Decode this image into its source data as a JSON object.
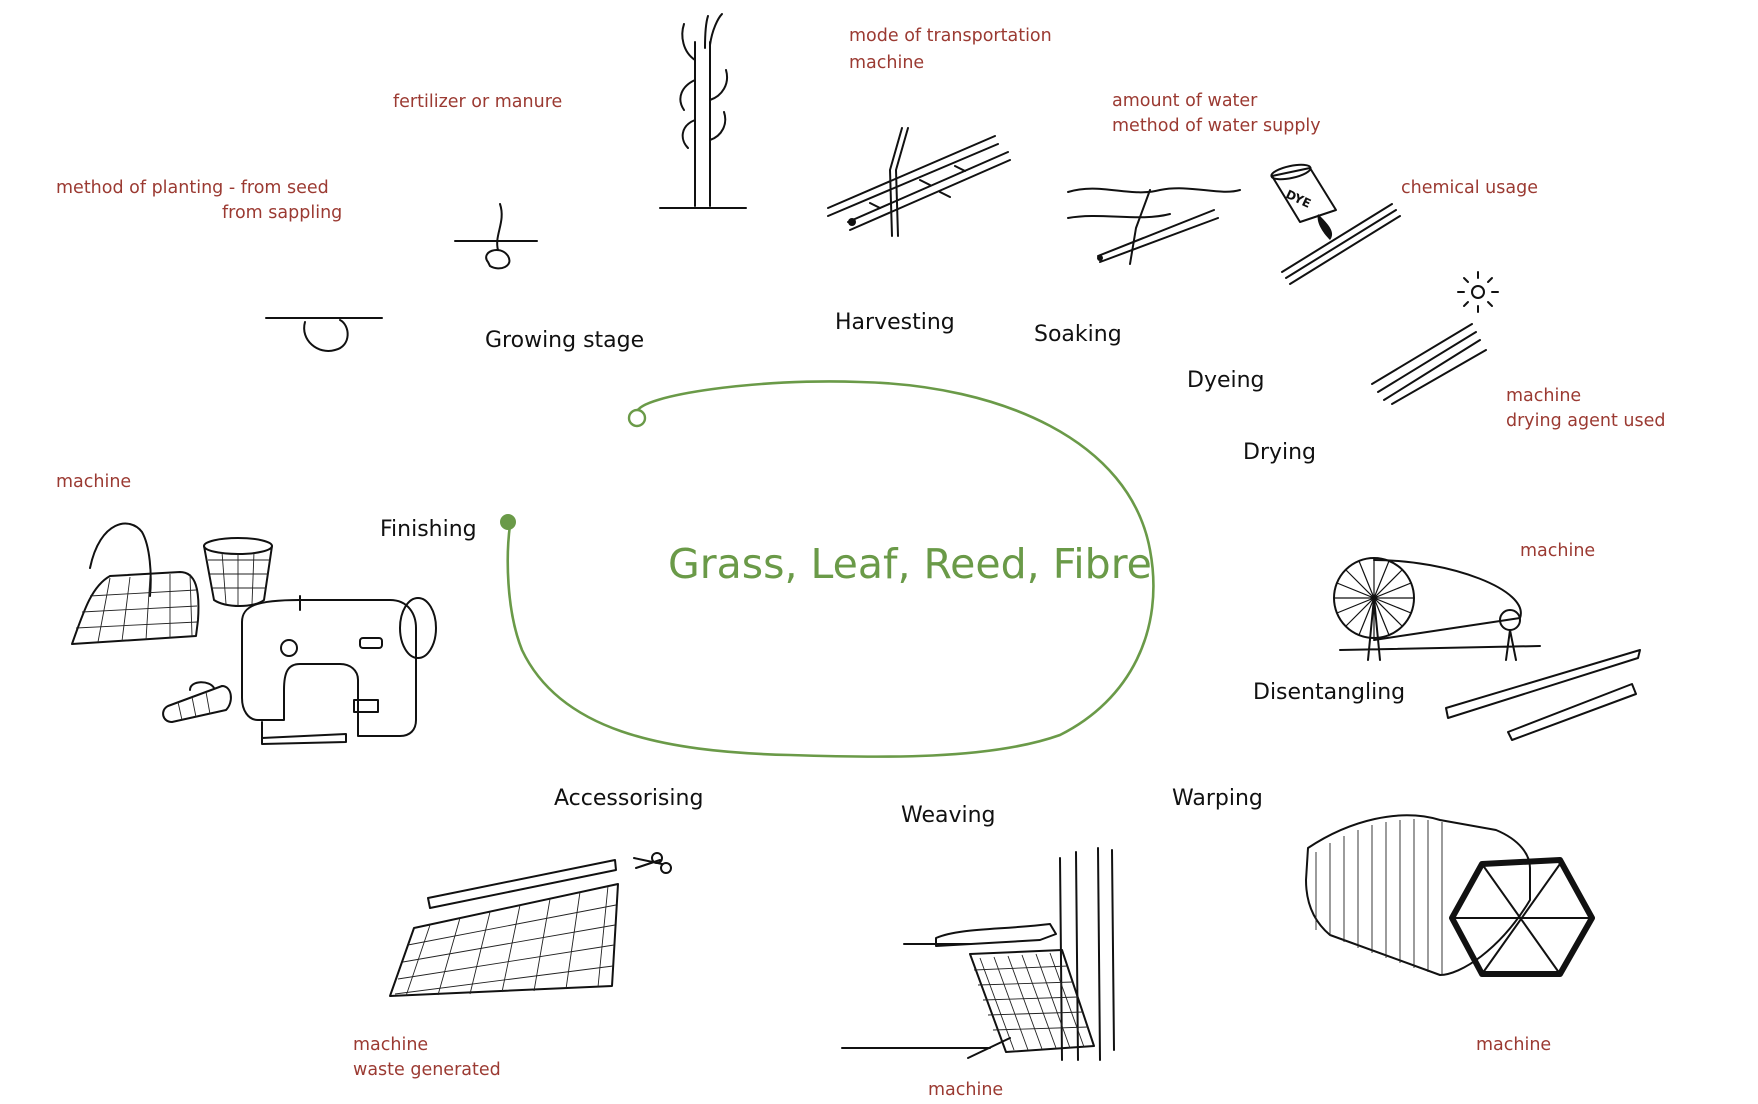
{
  "title": "Grass, Leaf, Reed, Fibre",
  "colors": {
    "accent": "#6a9a48",
    "note": "#9b3a32",
    "ink": "#111111"
  },
  "stages": {
    "growing": "Growing stage",
    "harvesting": "Harvesting",
    "soaking": "Soaking",
    "dyeing": "Dyeing",
    "drying": "Drying",
    "disentangling": "Disentangling",
    "warping": "Warping",
    "weaving": "Weaving",
    "accessorising": "Accessorising",
    "finishing": "Finishing"
  },
  "notes": {
    "planting_1": "method of planting - from seed",
    "planting_2": "from sappling",
    "fertilizer": "fertilizer or manure",
    "transport_1": "mode of transportation",
    "transport_2": "machine",
    "water_1": "amount of water",
    "water_2": "method of water supply",
    "chemical": "chemical usage",
    "drying_1": "machine",
    "drying_2": "drying agent used",
    "disentangling": "machine",
    "warping": "machine",
    "weaving": "machine",
    "accessorising_1": "machine",
    "accessorising_2": "waste generated",
    "finishing": "machine"
  },
  "dye_label": "DYE",
  "icons": [
    "seed-icon",
    "sprout-icon",
    "plant-stalk-icon",
    "harvested-reeds-icon",
    "soaking-reeds-icon",
    "dye-bucket-icon",
    "drying-sun-icon",
    "spinning-wheel-icon",
    "warping-bundle-icon",
    "loom-icon",
    "woven-mat-icon",
    "scissors-icon",
    "sewing-machine-icon",
    "handbag-icon",
    "basket-icon",
    "pouch-icon"
  ]
}
